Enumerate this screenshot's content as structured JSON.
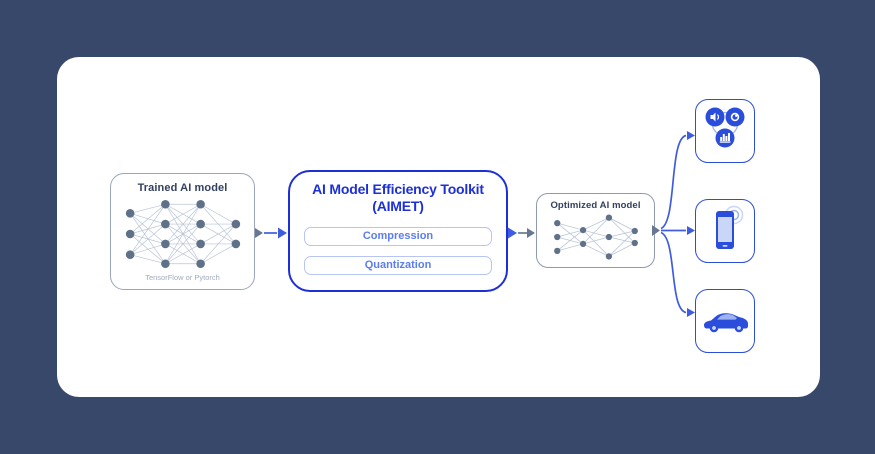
{
  "trained_model": {
    "title": "Trained AI model",
    "subtitle": "TensorFlow or Pytorch",
    "network_layers": [
      3,
      4,
      4,
      2
    ]
  },
  "aimet": {
    "title_line1": "AI Model Efficiency Toolkit",
    "title_line2": "(AIMET)",
    "buttons": [
      {
        "label": "Compression"
      },
      {
        "label": "Quantization"
      }
    ]
  },
  "optimized_model": {
    "title": "Optimized AI model",
    "network_layers": [
      3,
      2,
      3,
      2
    ]
  },
  "applications": [
    {
      "name": "iot-audio-vision-analytics",
      "icons": [
        "speaker-icon",
        "camera-lens-icon",
        "bar-chart-icon"
      ]
    },
    {
      "name": "smartphone",
      "icons": [
        "smartphone-icon",
        "wireless-waves-icon"
      ]
    },
    {
      "name": "car",
      "icons": [
        "car-icon"
      ]
    }
  ],
  "colors": {
    "bg": "#37486b",
    "card": "#ffffff",
    "accent_blue": "#1d30d8",
    "pill_text": "#5b7df2",
    "pill_border": "#b6c5f4",
    "gray_border": "#9aa7ba",
    "gray_border_dark": "#8d9ab0",
    "node": "#5f7089",
    "net_line": "#b7c3d4",
    "title_navy": "#32415f",
    "subtitle_gray": "#9fabbf",
    "icon_blue": "#2b4ddb",
    "icon_light": "#c9d6f8",
    "icon_mid": "#9db2f0",
    "arrow_blue": "#3f5be0",
    "arrow_gray": "#67778f",
    "connector_light": "#9db2ef"
  }
}
